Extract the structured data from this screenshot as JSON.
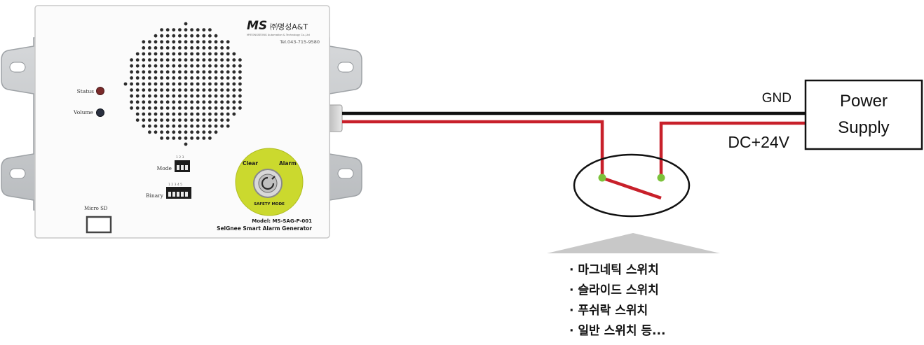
{
  "device": {
    "brand_logo": "MS",
    "company": "㈜명성A&T",
    "company_sub": "MYEONGSEONG Automation & Technology Co.,Ltd",
    "phone": "Tel.043-715-9580",
    "status_label": "Status",
    "volume_label": "Volume",
    "mode_label": "Mode",
    "mode_numbers": "1 2 3",
    "binary_label": "Binary",
    "binary_numbers": "1 2 3 4 5",
    "key_clear_label": "Clear",
    "key_alarm_label": "Alarm",
    "key_mode_label": "SAFETY MODE",
    "microsd_label": "Micro SD",
    "model_label": "Model: MS-SAG-P-001",
    "product_name": "SelGnee Smart Alarm Generator"
  },
  "wiring": {
    "gnd_label": "GND",
    "dc_label": "DC+24V",
    "ground_wire_color": "#111111",
    "positive_wire_color": "#c8202a",
    "contact_color": "#7cc23a"
  },
  "power_supply": {
    "line1": "Power",
    "line2": "Supply"
  },
  "switch_types": {
    "items": [
      "· 마그네틱 스위치",
      "· 슬라이드 스위치",
      "· 푸쉬락 스위치",
      "· 일반 스위치 등..."
    ]
  }
}
